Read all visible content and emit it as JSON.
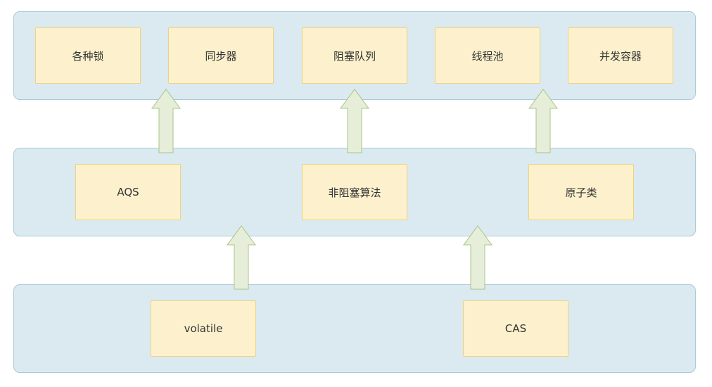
{
  "layers": {
    "top": {
      "boxes": [
        "各种锁",
        "同步器",
        "阻塞队列",
        "线程池",
        "并发容器"
      ]
    },
    "middle": {
      "boxes": [
        "AQS",
        "非阻塞算法",
        "原子类"
      ]
    },
    "bottom": {
      "boxes": [
        "volatile",
        "CAS"
      ]
    }
  },
  "colors": {
    "layer_fill": "#dbe9f0",
    "layer_border": "#a9cbd8",
    "box_fill": "#fdf1cd",
    "box_border": "#efd27f",
    "arrow_fill": "#e6eed9",
    "arrow_border": "#a8c587"
  }
}
